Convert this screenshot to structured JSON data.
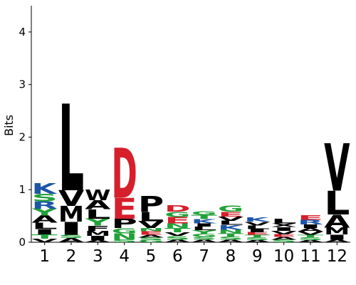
{
  "chart_data": {
    "type": "sequence-logo",
    "ylabel": "Bits",
    "ylim": [
      0,
      4.5
    ],
    "yticks": [
      "0",
      "1",
      "2",
      "3",
      "4"
    ],
    "positions": [
      "1",
      "2",
      "3",
      "4",
      "5",
      "6",
      "7",
      "8",
      "9",
      "10",
      "11",
      "12"
    ],
    "colors": {
      "hydrophobic": "#000000",
      "polar": "#22a13a",
      "basic": "#1c56a8",
      "acidic": "#d61f2b"
    },
    "stacks": [
      [
        {
          "l": "V",
          "h": 0.07,
          "c": "hydrophobic"
        },
        {
          "l": "T",
          "h": 0.08,
          "c": "polar"
        },
        {
          "l": "I",
          "h": 0.1,
          "c": "hydrophobic"
        },
        {
          "l": "L",
          "h": 0.12,
          "c": "hydrophobic"
        },
        {
          "l": "A",
          "h": 0.14,
          "c": "hydrophobic"
        },
        {
          "l": "Y",
          "h": 0.13,
          "c": "polar"
        },
        {
          "l": "R",
          "h": 0.14,
          "c": "basic"
        },
        {
          "l": "S",
          "h": 0.14,
          "c": "polar"
        },
        {
          "l": "K",
          "h": 0.2,
          "c": "basic"
        }
      ],
      [
        {
          "l": "A",
          "h": 0.08,
          "c": "hydrophobic"
        },
        {
          "l": "S",
          "h": 0.06,
          "c": "polar"
        },
        {
          "l": "I",
          "h": 0.25,
          "c": "hydrophobic"
        },
        {
          "l": "M",
          "h": 0.3,
          "c": "hydrophobic"
        },
        {
          "l": "V",
          "h": 0.3,
          "c": "hydrophobic"
        },
        {
          "l": "L",
          "h": 1.65,
          "c": "hydrophobic"
        }
      ],
      [
        {
          "l": "A",
          "h": 0.04,
          "c": "hydrophobic"
        },
        {
          "l": "I",
          "h": 0.08,
          "c": "hydrophobic"
        },
        {
          "l": "M",
          "h": 0.1,
          "c": "hydrophobic"
        },
        {
          "l": "F",
          "h": 0.1,
          "c": "hydrophobic"
        },
        {
          "l": "Y",
          "h": 0.13,
          "c": "polar"
        },
        {
          "l": "L",
          "h": 0.18,
          "c": "hydrophobic"
        },
        {
          "l": "A",
          "h": 0.17,
          "c": "hydrophobic"
        },
        {
          "l": "W",
          "h": 0.2,
          "c": "hydrophobic"
        }
      ],
      [
        {
          "l": "S",
          "h": 0.05,
          "c": "polar"
        },
        {
          "l": "N",
          "h": 0.12,
          "c": "polar"
        },
        {
          "l": "G",
          "h": 0.1,
          "c": "polar"
        },
        {
          "l": "P",
          "h": 0.18,
          "c": "hydrophobic"
        },
        {
          "l": "E",
          "h": 0.4,
          "c": "acidic"
        },
        {
          "l": "D",
          "h": 0.95,
          "c": "acidic"
        }
      ],
      [
        {
          "l": "G",
          "h": 0.04,
          "c": "polar"
        },
        {
          "l": "S",
          "h": 0.05,
          "c": "polar"
        },
        {
          "l": "A",
          "h": 0.05,
          "c": "hydrophobic"
        },
        {
          "l": "E",
          "h": 0.07,
          "c": "acidic"
        },
        {
          "l": "N",
          "h": 0.06,
          "c": "polar"
        },
        {
          "l": "V",
          "h": 0.13,
          "c": "hydrophobic"
        },
        {
          "l": "L",
          "h": 0.18,
          "c": "hydrophobic"
        },
        {
          "l": "P",
          "h": 0.3,
          "c": "hydrophobic"
        }
      ],
      [
        {
          "l": "A",
          "h": 0.05,
          "c": "hydrophobic"
        },
        {
          "l": "S",
          "h": 0.07,
          "c": "polar"
        },
        {
          "l": "V",
          "h": 0.07,
          "c": "hydrophobic"
        },
        {
          "l": "T",
          "h": 0.08,
          "c": "polar"
        },
        {
          "l": "N",
          "h": 0.09,
          "c": "polar"
        },
        {
          "l": "E",
          "h": 0.12,
          "c": "acidic"
        },
        {
          "l": "G",
          "h": 0.1,
          "c": "polar"
        },
        {
          "l": "D",
          "h": 0.12,
          "c": "acidic"
        }
      ],
      [
        {
          "l": "A",
          "h": 0.05,
          "c": "hydrophobic"
        },
        {
          "l": "S",
          "h": 0.05,
          "c": "polar"
        },
        {
          "l": "G",
          "h": 0.06,
          "c": "polar"
        },
        {
          "l": "Y",
          "h": 0.07,
          "c": "polar"
        },
        {
          "l": "L",
          "h": 0.07,
          "c": "hydrophobic"
        },
        {
          "l": "I",
          "h": 0.06,
          "c": "hydrophobic"
        },
        {
          "l": "K",
          "h": 0.08,
          "c": "basic"
        },
        {
          "l": "T",
          "h": 0.08,
          "c": "polar"
        },
        {
          "l": "G",
          "h": 0.07,
          "c": "polar"
        }
      ],
      [
        {
          "l": "A",
          "h": 0.05,
          "c": "hydrophobic"
        },
        {
          "l": "S",
          "h": 0.06,
          "c": "polar"
        },
        {
          "l": "T",
          "h": 0.06,
          "c": "polar"
        },
        {
          "l": "N",
          "h": 0.07,
          "c": "polar"
        },
        {
          "l": "K",
          "h": 0.09,
          "c": "basic"
        },
        {
          "l": "L",
          "h": 0.08,
          "c": "hydrophobic"
        },
        {
          "l": "V",
          "h": 0.08,
          "c": "hydrophobic"
        },
        {
          "l": "E",
          "h": 0.09,
          "c": "acidic"
        },
        {
          "l": "G",
          "h": 0.11,
          "c": "polar"
        }
      ],
      [
        {
          "l": "A",
          "h": 0.04,
          "c": "hydrophobic"
        },
        {
          "l": "S",
          "h": 0.05,
          "c": "polar"
        },
        {
          "l": "T",
          "h": 0.05,
          "c": "polar"
        },
        {
          "l": "E",
          "h": 0.05,
          "c": "acidic"
        },
        {
          "l": "I",
          "h": 0.06,
          "c": "hydrophobic"
        },
        {
          "l": "L",
          "h": 0.07,
          "c": "hydrophobic"
        },
        {
          "l": "V",
          "h": 0.07,
          "c": "hydrophobic"
        },
        {
          "l": "K",
          "h": 0.08,
          "c": "basic"
        }
      ],
      [
        {
          "l": "S",
          "h": 0.05,
          "c": "polar"
        },
        {
          "l": "A",
          "h": 0.05,
          "c": "hydrophobic"
        },
        {
          "l": "E",
          "h": 0.05,
          "c": "acidic"
        },
        {
          "l": "V",
          "h": 0.07,
          "c": "hydrophobic"
        },
        {
          "l": "I",
          "h": 0.07,
          "c": "hydrophobic"
        },
        {
          "l": "X",
          "h": 0.07,
          "c": "hydrophobic"
        },
        {
          "l": "L",
          "h": 0.09,
          "c": "hydrophobic"
        }
      ],
      [
        {
          "l": "A",
          "h": 0.04,
          "c": "hydrophobic"
        },
        {
          "l": "S",
          "h": 0.05,
          "c": "polar"
        },
        {
          "l": "T",
          "h": 0.05,
          "c": "polar"
        },
        {
          "l": "V",
          "h": 0.06,
          "c": "hydrophobic"
        },
        {
          "l": "A",
          "h": 0.07,
          "c": "hydrophobic"
        },
        {
          "l": "I",
          "h": 0.07,
          "c": "hydrophobic"
        },
        {
          "l": "R",
          "h": 0.09,
          "c": "basic"
        },
        {
          "l": "E",
          "h": 0.09,
          "c": "acidic"
        }
      ],
      [
        {
          "l": "A",
          "h": 0.05,
          "c": "hydrophobic"
        },
        {
          "l": "I",
          "h": 0.1,
          "c": "hydrophobic"
        },
        {
          "l": "M",
          "h": 0.13,
          "c": "hydrophobic"
        },
        {
          "l": "A",
          "h": 0.25,
          "c": "hydrophobic"
        },
        {
          "l": "L",
          "h": 0.45,
          "c": "hydrophobic"
        },
        {
          "l": "V",
          "h": 0.9,
          "c": "hydrophobic"
        }
      ]
    ]
  }
}
